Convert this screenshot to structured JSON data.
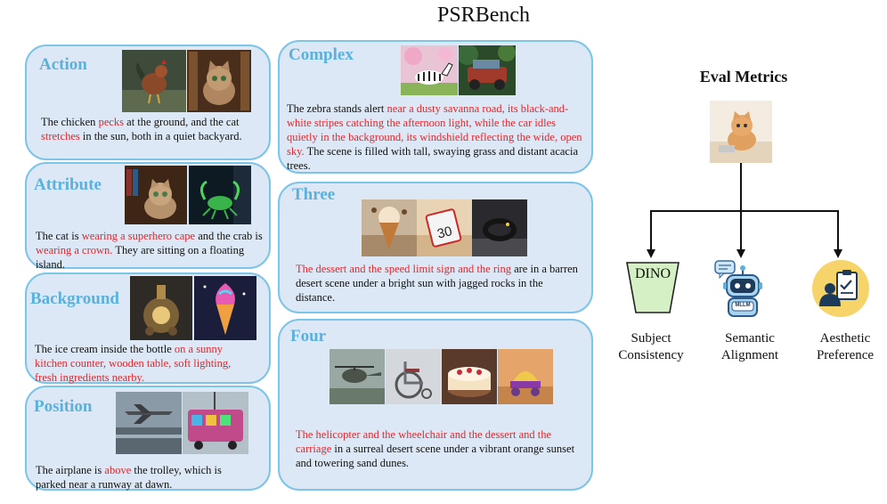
{
  "title": "PSRBench",
  "panels": {
    "action": {
      "title": "Action",
      "text": [
        {
          "t": "The chicken ",
          "red": false
        },
        {
          "t": "pecks",
          "red": true
        },
        {
          "t": " at the ground, and the cat ",
          "red": false
        },
        {
          "t": "stretches",
          "red": true
        },
        {
          "t": " in the sun, both in a quiet backyard.",
          "red": false
        }
      ]
    },
    "attribute": {
      "title": "Attribute",
      "text": [
        {
          "t": "The cat is ",
          "red": false
        },
        {
          "t": "wearing a superhero cape",
          "red": true
        },
        {
          "t": " and the crab is ",
          "red": false
        },
        {
          "t": "wearing a crown.",
          "red": true
        },
        {
          "t": " They are sitting on a floating island.",
          "red": false
        }
      ]
    },
    "background": {
      "title": "Background",
      "text": [
        {
          "t": "The ice cream inside the bottle ",
          "red": false
        },
        {
          "t": "on a sunny kitchen counter, wooden table, soft lighting, fresh ingredients nearby.",
          "red": true
        }
      ]
    },
    "position": {
      "title": "Position",
      "text": [
        {
          "t": "The airplane is ",
          "red": false
        },
        {
          "t": "above",
          "red": true
        },
        {
          "t": " the trolley, which is parked near a runway at dawn.",
          "red": false
        }
      ]
    },
    "complex": {
      "title": "Complex",
      "text": [
        {
          "t": "The zebra stands alert ",
          "red": false
        },
        {
          "t": "near a dusty savanna road, its black-and-white stripes catching the afternoon light, while the car idles quietly in the background, its windshield reflecting the wide, open sky.",
          "red": true
        },
        {
          "t": " The scene is filled with tall, swaying grass and distant acacia trees.",
          "red": false
        }
      ]
    },
    "three": {
      "title": "Three",
      "text": [
        {
          "t": "The dessert and the speed limit sign and the ring",
          "red": true
        },
        {
          "t": " are in a barren desert scene under a bright sun with jagged rocks in the distance.",
          "red": false
        }
      ]
    },
    "four": {
      "title": "Four",
      "text": [
        {
          "t": "The helicopter and the wheelchair and the dessert and the carriage",
          "red": true
        },
        {
          "t": " in a surreal desert scene under a vibrant orange sunset and towering sand dunes.",
          "red": false
        }
      ]
    }
  },
  "metrics": {
    "title": "Eval Metrics",
    "dino_label": "DINO",
    "robot_badge": "MLLM",
    "items": [
      {
        "line1": "Subject",
        "line2": "Consistency"
      },
      {
        "line1": "Semantic",
        "line2": "Alignment"
      },
      {
        "line1": "Aesthetic",
        "line2": "Preference"
      }
    ]
  }
}
